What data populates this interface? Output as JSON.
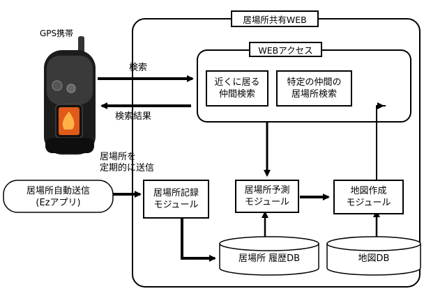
{
  "system": {
    "title": "居場所共有WEB",
    "web_access_title": "WEBアクセス"
  },
  "phone": {
    "label": "GPS携帯"
  },
  "arrows": {
    "search": "検索",
    "search_result": "検索結果",
    "send_periodic": "居場所を\n定期的に送信"
  },
  "nodes": {
    "nearby_search": "近くに居る\n仲間検索",
    "specific_search": "特定の仲間の\n居場所検索",
    "auto_send": "居場所自動送信\n(Ezアプリ)",
    "record_module": "居場所記録\nモジュール",
    "predict_module": "居場所予測\nモジュール",
    "map_module": "地図作成\nモジュール",
    "history_db": "居場所 履歴DB",
    "map_db": "地図DB"
  }
}
